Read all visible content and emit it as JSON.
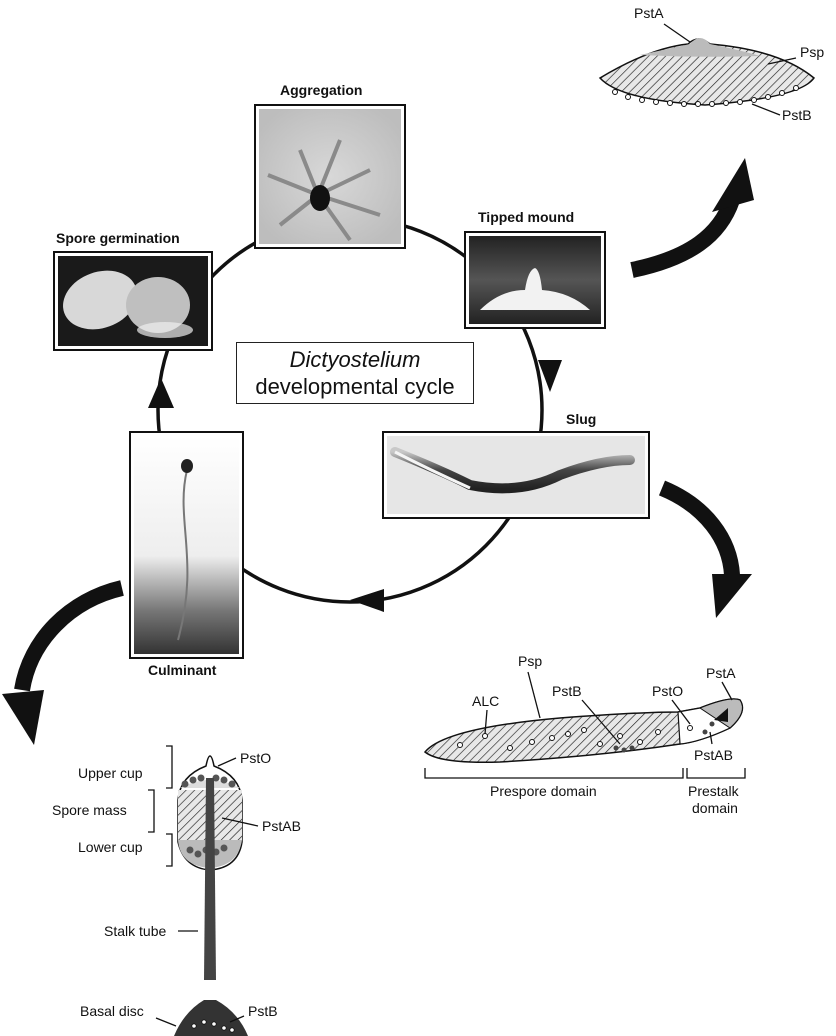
{
  "diagram": {
    "center_title_italic": "Dictyostelium",
    "center_title_rest": "developmental cycle",
    "stages": {
      "aggregation": "Aggregation",
      "tipped_mound": "Tipped mound",
      "slug": "Slug",
      "culminant": "Culminant",
      "spore_germination": "Spore germination"
    },
    "mound_detail": {
      "labels": [
        "PstA",
        "Psp",
        "PstB"
      ]
    },
    "slug_detail": {
      "labels": [
        "Psp",
        "ALC",
        "PstB",
        "PstO",
        "PstA",
        "PstAB"
      ],
      "domain_prespore": "Prespore domain",
      "domain_prestalk_1": "Prestalk",
      "domain_prestalk_2": "domain"
    },
    "culminant_detail": {
      "upper_cup": "Upper cup",
      "spore_mass": "Spore mass",
      "lower_cup": "Lower cup",
      "stalk_tube": "Stalk tube",
      "basal_disc": "Basal disc",
      "psto": "PstO",
      "pstab": "PstAB",
      "pstb": "PstB"
    }
  }
}
